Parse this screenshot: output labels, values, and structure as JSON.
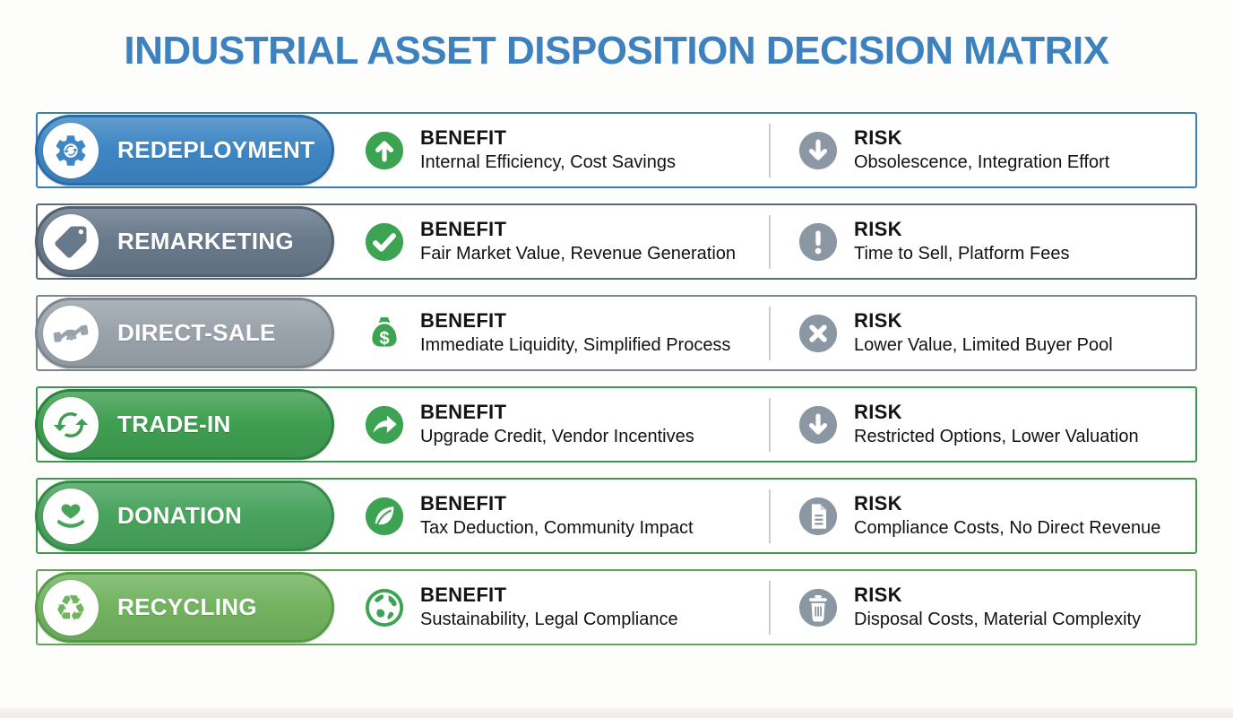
{
  "page": {
    "title": "INDUSTRIAL ASSET DISPOSITION DECISION MATRIX",
    "title_color": "#3d82bf",
    "background": "#fdfdfc"
  },
  "columns": {
    "benefit_label": "BENEFIT",
    "risk_label": "RISK"
  },
  "colors": {
    "benefit_icon_green": "#3ba351",
    "risk_icon_gray": "#8b98a3",
    "divider": "#c9ced3",
    "text_dark": "#141414"
  },
  "rows": [
    {
      "label": "REDEPLOYMENT",
      "pill_icon": "gear-sync-icon",
      "benefit": {
        "icon": "arrow-up-circle-icon",
        "text": "Internal Efficiency, Cost Savings"
      },
      "risk": {
        "icon": "arrow-down-circle-icon",
        "text": "Obsolescence, Integration Effort"
      },
      "colors": {
        "pill": "#3e86c4",
        "pill_border": "#2c6ba6",
        "box_border": "#3a7fb8"
      }
    },
    {
      "label": "REMARKETING",
      "pill_icon": "price-tag-icon",
      "benefit": {
        "icon": "check-circle-icon",
        "text": "Fair Market Value, Revenue Generation"
      },
      "risk": {
        "icon": "exclamation-circle-icon",
        "text": "Time to Sell, Platform Fees"
      },
      "colors": {
        "pill": "#68798b",
        "pill_border": "#51616e",
        "box_border": "#5d6b77"
      }
    },
    {
      "label": "DIRECT-SALE",
      "pill_icon": "handshake-icon",
      "benefit": {
        "icon": "money-bag-icon",
        "text": "Immediate Liquidity, Simplified Process"
      },
      "risk": {
        "icon": "x-circle-icon",
        "text": "Lower Value, Limited Buyer Pool"
      },
      "colors": {
        "pill": "#9aa3ab",
        "pill_border": "#7d858d",
        "box_border": "#7d868d"
      }
    },
    {
      "label": "TRADE-IN",
      "pill_icon": "swap-arrows-icon",
      "benefit": {
        "icon": "redo-arrow-circle-icon",
        "text": "Upgrade Credit, Vendor Incentives"
      },
      "risk": {
        "icon": "arrow-down-circle-icon",
        "text": "Restricted Options, Lower Valuation"
      },
      "colors": {
        "pill": "#3f9e51",
        "pill_border": "#2e8141",
        "box_border": "#3c9750"
      }
    },
    {
      "label": "DONATION",
      "pill_icon": "hand-heart-icon",
      "benefit": {
        "icon": "leaf-circle-icon",
        "text": "Tax Deduction, Community Impact"
      },
      "risk": {
        "icon": "document-circle-icon",
        "text": "Compliance Costs, No Direct Revenue"
      },
      "colors": {
        "pill": "#48a35c",
        "pill_border": "#368a49",
        "box_border": "#40994f"
      }
    },
    {
      "label": "RECYCLING",
      "pill_icon": "recycle-icon",
      "benefit": {
        "icon": "globe-icon",
        "text": "Sustainability, Legal Compliance"
      },
      "risk": {
        "icon": "trash-circle-icon",
        "text": "Disposal Costs, Material Complexity"
      },
      "colors": {
        "pill": "#72b360",
        "pill_border": "#589a4a",
        "box_border": "#63a455"
      }
    }
  ]
}
